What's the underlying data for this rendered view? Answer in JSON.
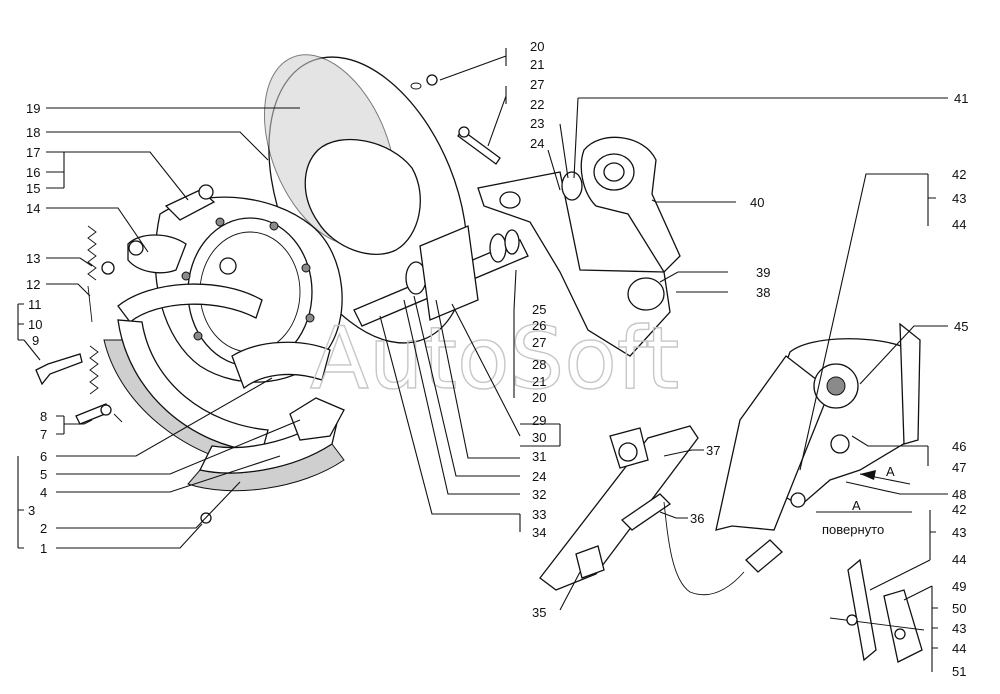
{
  "watermark": "AutoSoft",
  "view_title": "А",
  "view_subtitle": "повернуто",
  "arrow_label": "А",
  "callouts": {
    "c1": "1",
    "c2": "2",
    "c3": "3",
    "c4": "4",
    "c5": "5",
    "c6": "6",
    "c7": "7",
    "c8": "8",
    "c9": "9",
    "c10": "10",
    "c11": "11",
    "c12": "12",
    "c13": "13",
    "c14": "14",
    "c15": "15",
    "c16": "16",
    "c17": "17",
    "c18": "18",
    "c19": "19",
    "c20a": "20",
    "c21a": "21",
    "c27a": "27",
    "c22": "22",
    "c23": "23",
    "c24a": "24",
    "c25": "25",
    "c26": "26",
    "c27b": "27",
    "c28": "28",
    "c21b": "21",
    "c20b": "20",
    "c29": "29",
    "c30": "30",
    "c31": "31",
    "c24b": "24",
    "c32": "32",
    "c33": "33",
    "c34": "34",
    "c35": "35",
    "c36": "36",
    "c37": "37",
    "c38": "38",
    "c39": "39",
    "c40": "40",
    "c41": "41",
    "c42a": "42",
    "c43a": "43",
    "c44a": "44",
    "c45": "45",
    "c46": "46",
    "c47": "47",
    "c48": "48",
    "c42b": "42",
    "c43b": "43",
    "c44b": "44",
    "c49": "49",
    "c50": "50",
    "c43c": "43",
    "c44c": "44",
    "c51": "51"
  }
}
